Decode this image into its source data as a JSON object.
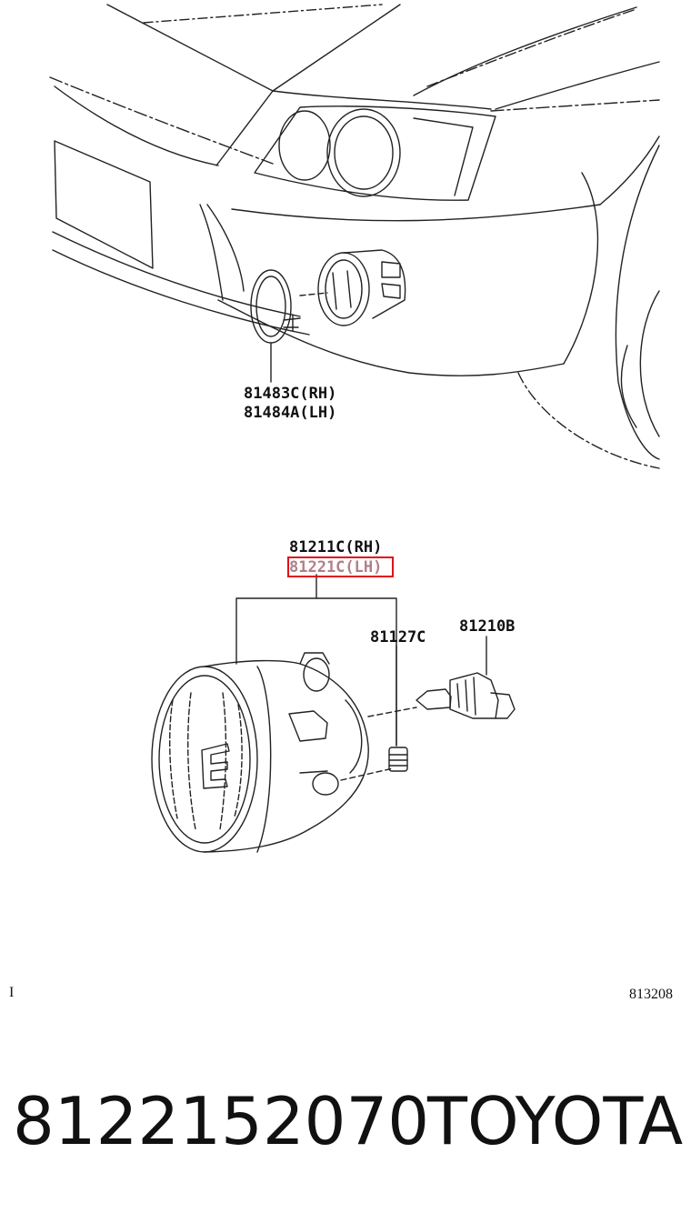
{
  "callouts": {
    "bezel_rh": "81483C(RH)",
    "bezel_lh": "81484A(LH)",
    "fog_rh": "81211C(RH)",
    "fog_lh": "81221C(LH)",
    "screw": "81127C",
    "bulb": "81210B"
  },
  "footer": {
    "left_mark": "I",
    "ref_number": "813208",
    "part_number": "8122152070",
    "brand": "TOYOTA"
  },
  "colors": {
    "highlight": "#e0101a",
    "line": "#222222"
  }
}
